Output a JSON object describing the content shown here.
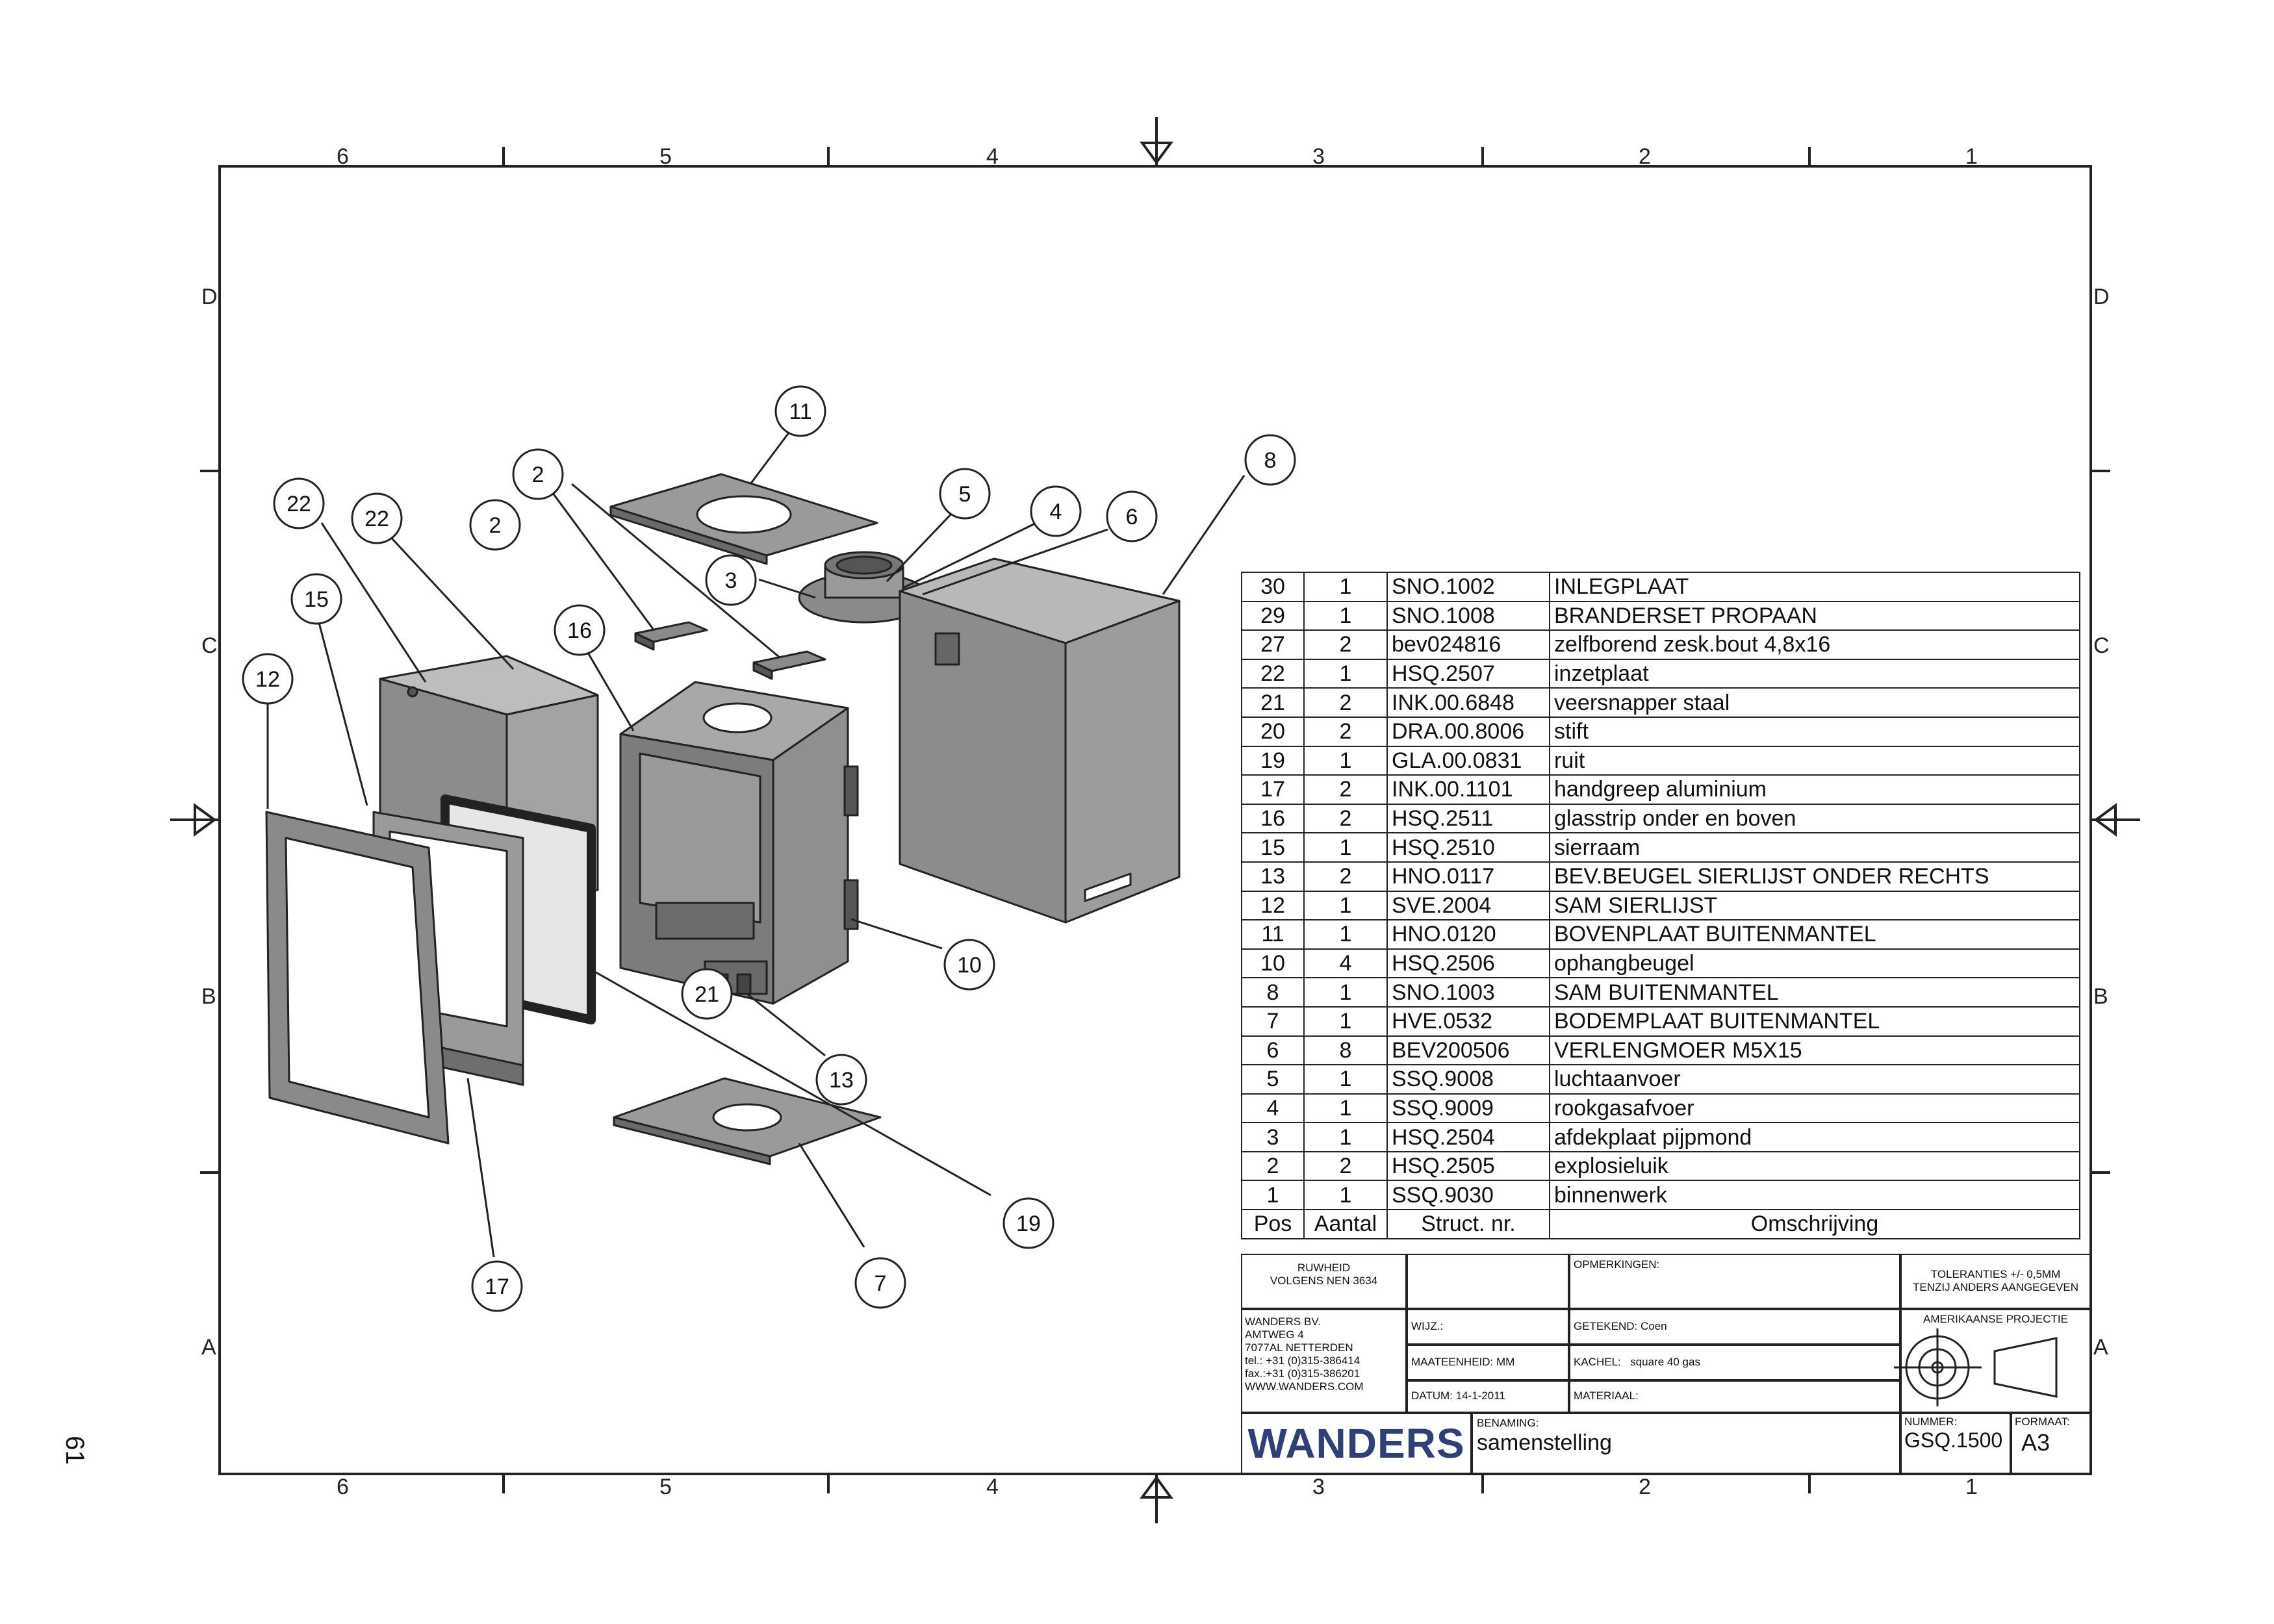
{
  "page_number": "61",
  "zones": {
    "columns": [
      "6",
      "5",
      "4",
      "3",
      "2",
      "1"
    ],
    "rows": [
      "D",
      "C",
      "B",
      "A"
    ]
  },
  "callouts": [
    "11",
    "2",
    "2",
    "22",
    "22",
    "5",
    "4",
    "6",
    "8",
    "3",
    "15",
    "16",
    "12",
    "10",
    "21",
    "13",
    "19",
    "17",
    "7"
  ],
  "parts_list": {
    "headers": {
      "pos": "Pos",
      "aantal": "Aantal",
      "struct": "Struct. nr.",
      "omschrijving": "Omschrijving"
    },
    "rows": [
      {
        "pos": "30",
        "aantal": "1",
        "struct": "SNO.1002",
        "omschrijving": "INLEGPLAAT"
      },
      {
        "pos": "29",
        "aantal": "1",
        "struct": "SNO.1008",
        "omschrijving": "BRANDERSET PROPAAN"
      },
      {
        "pos": "27",
        "aantal": "2",
        "struct": "bev024816",
        "omschrijving": "zelfborend zesk.bout 4,8x16"
      },
      {
        "pos": "22",
        "aantal": "1",
        "struct": "HSQ.2507",
        "omschrijving": "inzetplaat"
      },
      {
        "pos": "21",
        "aantal": "2",
        "struct": "INK.00.6848",
        "omschrijving": "veersnapper staal"
      },
      {
        "pos": "20",
        "aantal": "2",
        "struct": "DRA.00.8006",
        "omschrijving": "stift"
      },
      {
        "pos": "19",
        "aantal": "1",
        "struct": "GLA.00.0831",
        "omschrijving": "ruit"
      },
      {
        "pos": "17",
        "aantal": "2",
        "struct": "INK.00.1101",
        "omschrijving": "handgreep aluminium"
      },
      {
        "pos": "16",
        "aantal": "2",
        "struct": "HSQ.2511",
        "omschrijving": "glasstrip onder en boven"
      },
      {
        "pos": "15",
        "aantal": "1",
        "struct": "HSQ.2510",
        "omschrijving": "sierraam"
      },
      {
        "pos": "13",
        "aantal": "2",
        "struct": "HNO.0117",
        "omschrijving": "BEV.BEUGEL SIERLIJST ONDER RECHTS"
      },
      {
        "pos": "12",
        "aantal": "1",
        "struct": "SVE.2004",
        "omschrijving": "SAM SIERLIJST"
      },
      {
        "pos": "11",
        "aantal": "1",
        "struct": "HNO.0120",
        "omschrijving": "BOVENPLAAT BUITENMANTEL"
      },
      {
        "pos": "10",
        "aantal": "4",
        "struct": "HSQ.2506",
        "omschrijving": "ophangbeugel"
      },
      {
        "pos": "8",
        "aantal": "1",
        "struct": "SNO.1003",
        "omschrijving": "SAM BUITENMANTEL"
      },
      {
        "pos": "7",
        "aantal": "1",
        "struct": "HVE.0532",
        "omschrijving": "BODEMPLAAT BUITENMANTEL"
      },
      {
        "pos": "6",
        "aantal": "8",
        "struct": "BEV200506",
        "omschrijving": "VERLENGMOER M5X15"
      },
      {
        "pos": "5",
        "aantal": "1",
        "struct": "SSQ.9008",
        "omschrijving": "luchtaanvoer"
      },
      {
        "pos": "4",
        "aantal": "1",
        "struct": "SSQ.9009",
        "omschrijving": "rookgasafvoer"
      },
      {
        "pos": "3",
        "aantal": "1",
        "struct": "HSQ.2504",
        "omschrijving": "afdekplaat pijpmond"
      },
      {
        "pos": "2",
        "aantal": "2",
        "struct": "HSQ.2505",
        "omschrijving": "explosieluik"
      },
      {
        "pos": "1",
        "aantal": "1",
        "struct": "SSQ.9030",
        "omschrijving": "binnenwerk"
      }
    ]
  },
  "title_block": {
    "ruwheid_1": "RUWHEID",
    "ruwheid_2": "VOLGENS NEN 3634",
    "opmerkingen_label": "OPMERKINGEN:",
    "toleranties_1": "TOLERANTIES +/- 0,5MM",
    "toleranties_2": "TENZIJ ANDERS AANGEGEVEN",
    "company": [
      "WANDERS BV.",
      "AMTWEG 4",
      "7077AL NETTERDEN",
      "tel.: +31 (0)315-386414",
      "fax.:+31 (0)315-386201",
      "WWW.WANDERS.COM"
    ],
    "wijz_label": "WIJZ.:",
    "getekend": "GETEKEND: Coen",
    "projectie": "AMERIKAANSE PROJECTIE",
    "maateenheid": "MAATEENHEID: MM",
    "kachel_label": "KACHEL:",
    "kachel_value": "square 40 gas",
    "datum": "DATUM: 14-1-2011",
    "materiaal": "MATERIAAL:",
    "logo": "WANDERS",
    "benaming_label": "BENAMING:",
    "benaming_value": "samenstelling",
    "nummer_label": "NUMMER:",
    "nummer_value": "GSQ.1500",
    "formaat_label": "FORMAAT:",
    "formaat_value": "A3"
  },
  "colors": {
    "line": "#222222",
    "part_fill": "#8a8a8a",
    "part_dark": "#5e5e5e",
    "part_light": "#b4b4b4",
    "logo": "#2e3f7a"
  }
}
